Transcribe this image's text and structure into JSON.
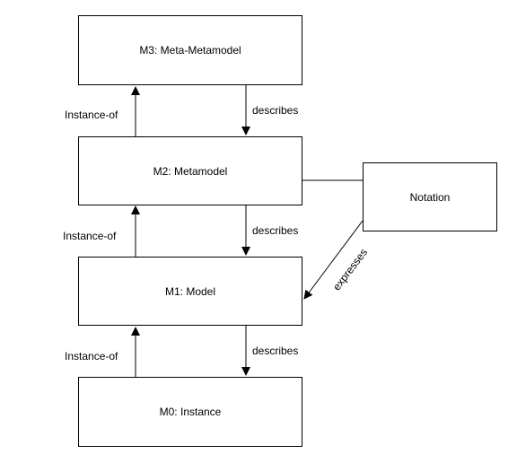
{
  "layers": {
    "m3": "M3: Meta-Metamodel",
    "m2": "M2: Metamodel",
    "m1": "M1: Model",
    "m0": "M0: Instance"
  },
  "notation": "Notation",
  "relations": {
    "instance_of": "Instance-of",
    "describes": "describes",
    "expresses": "expresses"
  }
}
